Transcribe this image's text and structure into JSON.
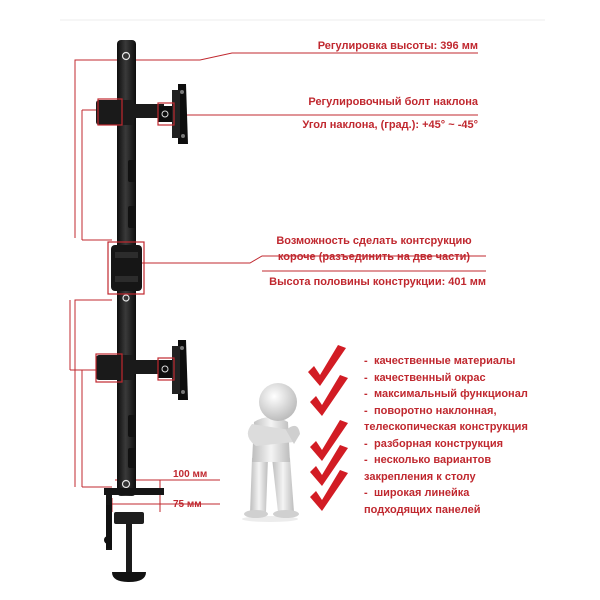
{
  "callouts": {
    "height_adjust": "Регулировка высоты: 396 мм",
    "tilt_bolt": "Регулировочный болт наклона",
    "tilt_angle": "Угол наклона, (град.): +45° ~ -45°",
    "split_line1": "Возможность сделать контсрукцию",
    "split_line2": "короче (разъединить на две части)",
    "half_height": "Высота половины конструкции: 401 мм"
  },
  "dimensions": {
    "clamp_outer": "100 мм",
    "clamp_inner": "75 мм"
  },
  "features": [
    {
      "dash": "-",
      "line1": "качественные материалы",
      "line2": ""
    },
    {
      "dash": "-",
      "line1": "качественный окрас",
      "line2": ""
    },
    {
      "dash": "-",
      "line1": "максимальный функционал",
      "line2": ""
    },
    {
      "dash": "-",
      "line1": "поворотно наклонная,",
      "line2": "телескопическая конструкция"
    },
    {
      "dash": "-",
      "line1": "разборная конструкция",
      "line2": ""
    },
    {
      "dash": "-",
      "line1": "несколько вариантов",
      "line2": "закрепления к столу"
    },
    {
      "dash": "-",
      "line1": "широкая линейка",
      "line2": "подходящих панелей"
    }
  ],
  "colors": {
    "accent": "#c0282f",
    "metal": "#1d1d1d",
    "figure": "#d9d9d9"
  }
}
